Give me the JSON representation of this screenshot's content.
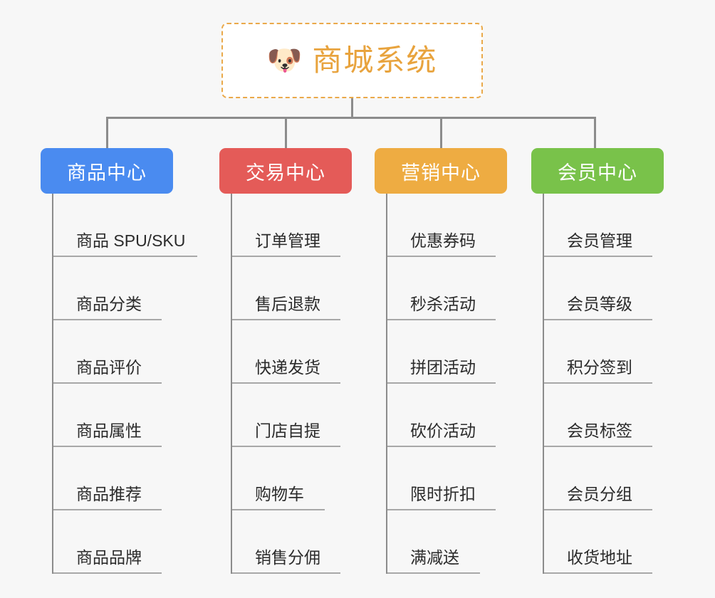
{
  "diagram": {
    "type": "mind-map",
    "background_color": "#f7f7f7",
    "connector_color": "#8c8c8c"
  },
  "root": {
    "emoji": "🐶",
    "emoji_name": "shiba-dog-face",
    "title": "商城系统",
    "title_color": "#e8a33d",
    "border_color": "#eaa94a",
    "border_style": "dashed"
  },
  "branches": [
    {
      "label": "商品中心",
      "color": "#4a8bf0",
      "text_color": "#ffffff",
      "leaves": [
        {
          "label": "商品 SPU/SKU",
          "underline_width": 202
        },
        {
          "label": "商品分类",
          "underline_width": 152
        },
        {
          "label": "商品评价",
          "underline_width": 152
        },
        {
          "label": "商品属性",
          "underline_width": 152
        },
        {
          "label": "商品推荐",
          "underline_width": 152
        },
        {
          "label": "商品品牌",
          "underline_width": 152
        }
      ]
    },
    {
      "label": "交易中心",
      "color": "#e45b58",
      "text_color": "#ffffff",
      "leaves": [
        {
          "label": "订单管理",
          "underline_width": 152
        },
        {
          "label": "售后退款",
          "underline_width": 152
        },
        {
          "label": "快递发货",
          "underline_width": 152
        },
        {
          "label": "门店自提",
          "underline_width": 152
        },
        {
          "label": "购物车",
          "underline_width": 130
        },
        {
          "label": "销售分佣",
          "underline_width": 152
        }
      ]
    },
    {
      "label": "营销中心",
      "color": "#eeac42",
      "text_color": "#ffffff",
      "leaves": [
        {
          "label": "优惠券码",
          "underline_width": 152
        },
        {
          "label": "秒杀活动",
          "underline_width": 152
        },
        {
          "label": "拼团活动",
          "underline_width": 152
        },
        {
          "label": "砍价活动",
          "underline_width": 152
        },
        {
          "label": "限时折扣",
          "underline_width": 152
        },
        {
          "label": "满减送",
          "underline_width": 130
        }
      ]
    },
    {
      "label": "会员中心",
      "color": "#79c24a",
      "text_color": "#ffffff",
      "leaves": [
        {
          "label": "会员管理",
          "underline_width": 152
        },
        {
          "label": "会员等级",
          "underline_width": 152
        },
        {
          "label": "积分签到",
          "underline_width": 152
        },
        {
          "label": "会员标签",
          "underline_width": 152
        },
        {
          "label": "会员分组",
          "underline_width": 152
        },
        {
          "label": "收货地址",
          "underline_width": 152
        }
      ]
    }
  ]
}
